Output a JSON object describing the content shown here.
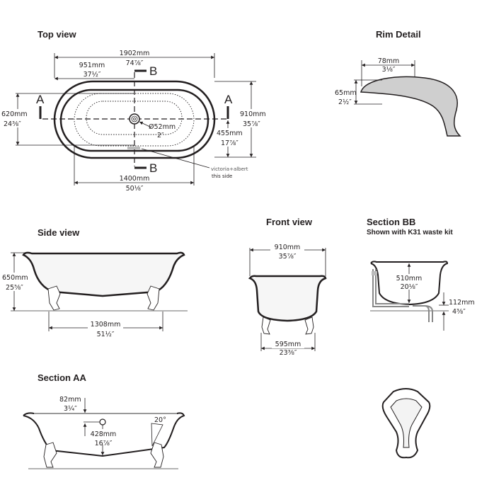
{
  "top_view": {
    "title": "Top view",
    "length_mm": "1902mm",
    "length_in": "74⅞″",
    "half_mm": "951mm",
    "half_in": "37½″",
    "section_b": "B",
    "section_a": "A",
    "inner_width_mm": "620mm",
    "inner_width_in": "24⅜″",
    "width_mm": "910mm",
    "width_in": "35⅞″",
    "drain_mm": "Ø52mm",
    "drain_in": "2″",
    "center_mm": "455mm",
    "center_in": "17⅞″",
    "base_mm": "1400mm",
    "base_in": "50⅛″",
    "brand": "victoria+albert",
    "brand_note": "this side"
  },
  "rim_detail": {
    "title": "Rim Detail",
    "width_mm": "78mm",
    "width_in": "3⅛″",
    "height_mm": "65mm",
    "height_in": "2½″"
  },
  "side_view": {
    "title": "Side view",
    "height_mm": "650mm",
    "height_in": "25⅝″",
    "feet_mm": "1308mm",
    "feet_in": "51½″"
  },
  "front_view": {
    "title": "Front view",
    "width_mm": "910mm",
    "width_in": "35⅞″",
    "feet_mm": "595mm",
    "feet_in": "23⅜″"
  },
  "section_bb": {
    "title": "Section BB",
    "subtitle": "Shown with K31 waste kit",
    "depth_mm": "510mm",
    "depth_in": "20⅛″",
    "floor_mm": "112mm",
    "floor_in": "4⅜″"
  },
  "section_aa": {
    "title": "Section AA",
    "rim_mm": "82mm",
    "rim_in": "3¼″",
    "overflow_mm": "428mm",
    "overflow_in": "16⅞″",
    "angle": "20°"
  }
}
